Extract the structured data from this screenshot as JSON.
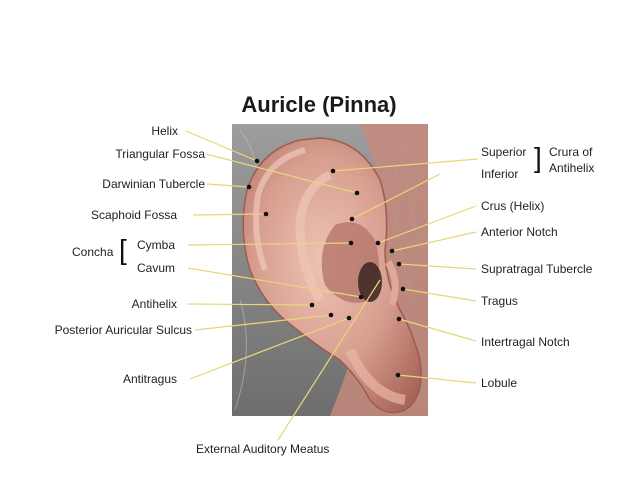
{
  "title": "Auricle (Pinna)",
  "colors": {
    "leader_line": "#e8d77a",
    "point": "#111111",
    "skin_light": "#e7b7a6",
    "skin_mid": "#c88c7f",
    "skin_dark": "#8c5247",
    "hair": "#8a8a8a",
    "canal": "#3b2421"
  },
  "labels_left": {
    "helix": "Helix",
    "triangular_fossa": "Triangular Fossa",
    "darwinian_tubercle": "Darwinian Tubercle",
    "scaphoid_fossa": "Scaphoid Fossa",
    "concha": "Concha",
    "cymba": "Cymba",
    "cavum": "Cavum",
    "antihelix": "Antihelix",
    "posterior_auricular_sulcus": "Posterior Auricular Sulcus",
    "antitragus": "Antitragus"
  },
  "labels_right": {
    "superior": "Superior",
    "inferior": "Inferior",
    "crura_of": "Crura of",
    "antihelix": "Antihelix",
    "crus_helix": "Crus (Helix)",
    "anterior_notch": "Anterior Notch",
    "supratragal_tubercle": "Supratragal Tubercle",
    "tragus": "Tragus",
    "intertragal_notch": "Intertragal Notch",
    "lobule": "Lobule"
  },
  "labels_bottom": {
    "external_auditory_meatus": "External Auditory Meatus"
  }
}
